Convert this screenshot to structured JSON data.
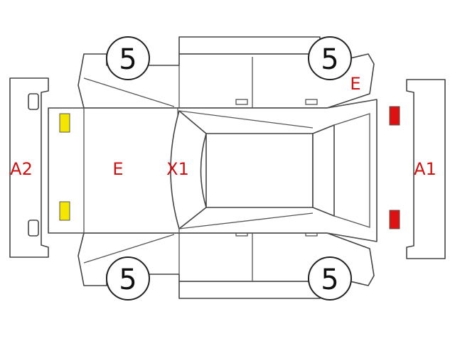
{
  "labels": {
    "rear_bumper": "A2",
    "trunk": "E",
    "rear_glass": "X1",
    "front_bumper": "A1",
    "right_front_fender": "E"
  },
  "tyres": {
    "front_left": "5",
    "front_right": "5",
    "rear_left": "5",
    "rear_right": "5"
  },
  "colors": {
    "label": "#cc1111",
    "rear_light": "#f4e600",
    "front_light": "#dd1111",
    "outline": "#444444"
  }
}
